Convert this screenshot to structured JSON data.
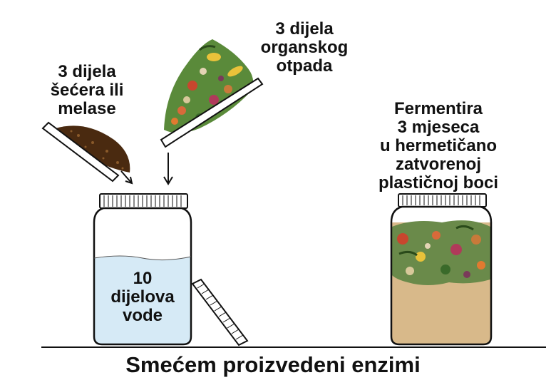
{
  "labels": {
    "sugar": "3 dijela\nšećera ili\nmelase",
    "waste": "3 dijela\norganskog\notpada",
    "ferment": "Fermentira\n3 mjeseca\nu hermetičano\nzatvorenoj\nplastičnoj boci",
    "water": "10\ndijelova\nvode"
  },
  "caption": "Smećem proizvedeni enzimi",
  "colors": {
    "water": "#d6eaf6",
    "ferment_liquid": "#d8b98a",
    "molasses": "#4a2a10",
    "outline": "#111111"
  }
}
